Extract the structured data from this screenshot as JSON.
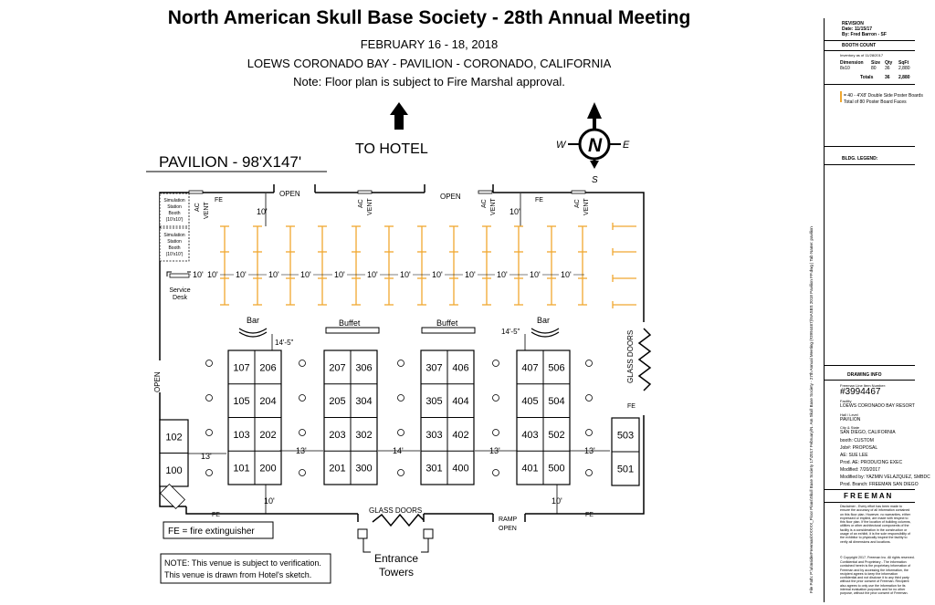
{
  "header": {
    "title": "North American Skull Base Society - 28th Annual Meeting",
    "dates": "FEBRUARY 16 - 18, 2018",
    "venue": "LOEWS CORONADO BAY - PAVILION - CORONADO, CALIFORNIA",
    "note": "Note: Floor plan is subject to Fire Marshal approval."
  },
  "plan": {
    "pavilion_label": "PAVILION - 98'X147'",
    "to_hotel": "TO HOTEL",
    "compass": {
      "n": "N",
      "w": "W",
      "e": "E",
      "s": "S"
    },
    "open": "OPEN",
    "fe": "FE",
    "ac": "AC",
    "vent": "VENT",
    "dim_10": "10'",
    "dim_13": "13'",
    "dim_14": "14'",
    "dim_14_5": "14'-5\"",
    "bar": "Bar",
    "buffet": "Buffet",
    "glass_doors": "GLASS DOORS",
    "ramp": "RAMP",
    "sim_station": [
      "Simulation",
      "Station",
      "Booth",
      "(10'x10')"
    ],
    "service_desk": [
      "Service",
      "Desk"
    ],
    "legend_fe": "FE = fire extinguisher",
    "note_venue": [
      "NOTE:  This venue is subject to verification.",
      "This venue is drawn from Hotel's sketch."
    ],
    "entrance": [
      "Entrance",
      "Towers"
    ],
    "booths": {
      "b1": [
        [
          "107",
          "206"
        ],
        [
          "105",
          "204"
        ],
        [
          "103",
          "202"
        ],
        [
          "101",
          "200"
        ]
      ],
      "b2": [
        [
          "207",
          "306"
        ],
        [
          "205",
          "304"
        ],
        [
          "203",
          "302"
        ],
        [
          "201",
          "300"
        ]
      ],
      "b3": [
        [
          "307",
          "406"
        ],
        [
          "305",
          "404"
        ],
        [
          "303",
          "402"
        ],
        [
          "301",
          "400"
        ]
      ],
      "b4": [
        [
          "407",
          "506"
        ],
        [
          "405",
          "504"
        ],
        [
          "403",
          "502"
        ],
        [
          "401",
          "500"
        ]
      ],
      "left": [
        "102",
        "100"
      ],
      "right": [
        "503",
        "501"
      ]
    }
  },
  "titleblock": {
    "revision": "REVISION",
    "date": "Date: 11/15/17",
    "by": "By: Fred Barron - SF",
    "booth_count": "BOOTH COUNT",
    "inventory": "Inventory as of 11/28/2017",
    "dimension": "Dimension",
    "size": "Size",
    "qty": "Qty",
    "sqft": "SqFt",
    "row1": [
      "8x10",
      "80",
      "36",
      "2,880"
    ],
    "totals": [
      "Totals",
      "36",
      "2,880"
    ],
    "poster_note": "= 40 - 4'X8' Double Side Poster Boards",
    "poster_total": "Total of 80 Poster Board Faces",
    "bldg_legend": "BLDG. LEGEND:",
    "drawing_info": "DRAWING INFO",
    "freeman_line": "Freeman Line Item Number:",
    "job_no": "#3994467",
    "facility_label": "Facility",
    "facility": "LOEWS CORONADO BAY RESORT",
    "hall_label": "Hall / Level",
    "hall": "PAVILION",
    "city_label": "City & State",
    "city": "SAN DIEGO, CALIFORNIA",
    "booth_type": "booth:  CUSTOM",
    "job_status": "Job#:  PROPOSAL",
    "ae": "AE: SUE LEE",
    "prod": "Prod. AE: PRODUCING EXEC",
    "modified": "Modified:  7/20/2017",
    "modified_by": "Modified by: YAZMIN VELAZQUEZ, SMBDC",
    "prod_branch": "Prod. Branch: FREEMAN SAN DIEGO",
    "freeman": "F R E E M A N",
    "disclaimer": "Disclaimer - Every effort has been made to ensure the accuracy of all information contained on this floor plan. However, no warranties, either expressed or implied, are made with respect to this floor plan. If the location of building columns, utilities or other architectural components of the facility is a consideration in the construction or usage of an exhibit, it is the sole responsibility of the exhibitor to physically inspect the facility to verify all dimensions and locations.",
    "copyright": "© Copyright 2017, Freeman Inc. All rights reserved.",
    "confidential": "Confidential and Proprietary - The information contained herein is the proprietary information of Freeman and by accessing the information, the recipient agrees to keep the information confidential and not disclose it to any third party without the prior consent of Freeman. Recipient also agrees to only use the information for its internal evaluation purposes and for no other purpose, without the prior consent of Freeman.",
    "filepath": "File Path: P:\\a\\InsiderFreeman\\XXXXX_Floor Plans\\Skull Base Society 17\\2017 February\\N. Am Skull Base Society - 27th Annual Meeting (#3994467)\\NASBS 2018 Pavilion FP.dwg | Tab Name: pavilion"
  },
  "colors": {
    "poster": "#F0A830",
    "line": "#000000"
  }
}
